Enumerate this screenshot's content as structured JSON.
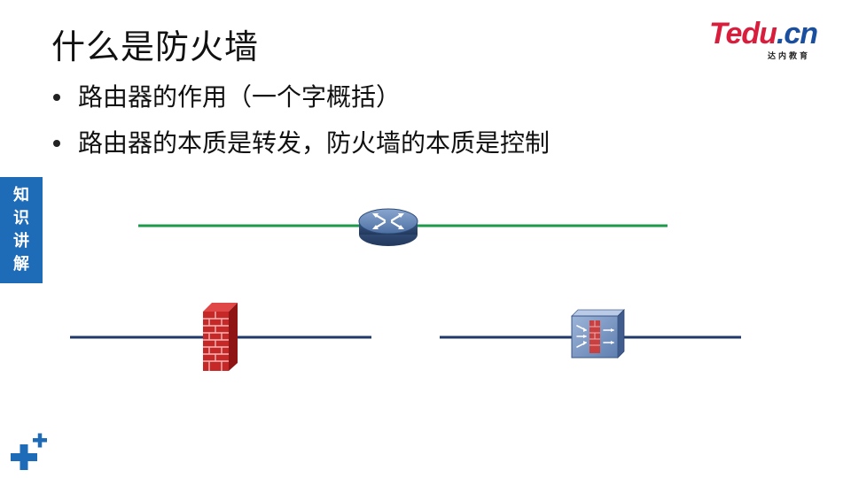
{
  "title": "什么是防火墙",
  "logo": {
    "main_a": "Tedu",
    "main_b": ".cn",
    "sub": "达内教育"
  },
  "bullets": [
    "路由器的作用（一个字概括）",
    "路由器的本质是转发，防火墙的本质是控制"
  ],
  "side_tab": [
    "知",
    "识",
    "讲",
    "解"
  ],
  "colors": {
    "router_line": "#1a9a4a",
    "link_line": "#1f3a68",
    "side_tab": "#1e6bb8",
    "logo_red": "#d81e3c",
    "logo_blue": "#1a4fa0"
  },
  "icons": [
    "router-icon",
    "brick-firewall-icon",
    "firewall-appliance-icon",
    "plus-decor-icon"
  ]
}
